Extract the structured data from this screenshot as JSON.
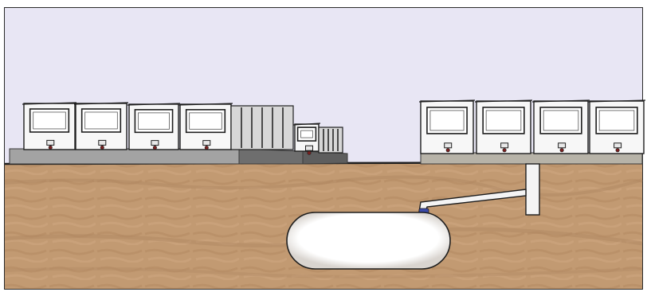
{
  "scene": {
    "description_visible_text": "",
    "colors": {
      "sky": "#E8E6F4",
      "soil": "#C29A72",
      "soil_dark": "#A77F5A",
      "slab": "#9B9B9B",
      "slab_dark": "#6E6E6E",
      "unit_face": "#F7F7F7",
      "unit_side": "#D7D7D7",
      "tank": "#FFFFFF",
      "pipe": "#F4F4F4",
      "outline": "#1E1E1E",
      "connector": "#3A49A8"
    },
    "elements": [
      "left-module-row",
      "right-module-row",
      "ground-slab",
      "underground-tank",
      "connecting-pipe",
      "riser-post"
    ]
  }
}
